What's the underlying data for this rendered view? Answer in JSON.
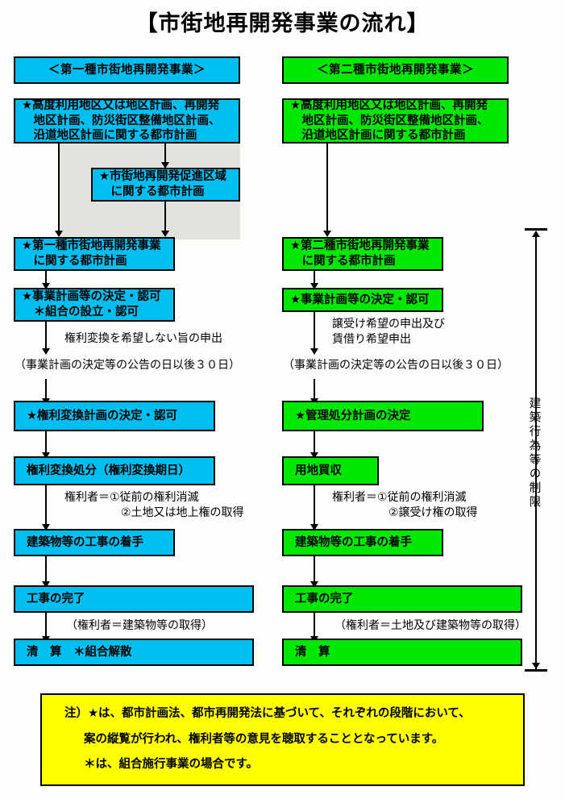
{
  "title": "【市街地再開発事業の流れ】",
  "colors": {
    "type1": "#00bff0",
    "type2": "#00e800",
    "note": "#ffff00",
    "shade": "#e2e2de",
    "border": "#000000"
  },
  "left_column": {
    "header": "＜第一種市街地再開発事業＞",
    "steps": [
      {
        "name": "city-plan",
        "text": "★高度利用地区又は地区計画、再開発\n　地区計画、防災街区整備地区計画、\n　沿道地区計画に関する都市計画"
      },
      {
        "name": "promotion-area",
        "text": "★市街地再開発促進区域\n　に関する都市計画"
      },
      {
        "name": "type1-project-plan",
        "text": "★第一種市街地再開発事業\n　に関する都市計画"
      },
      {
        "name": "business-plan-approval",
        "text": "★事業計画等の決定・認可\n　＊組合の設立・認可"
      },
      {
        "name": "rights-conversion-plan",
        "text": "★権利変換計画の決定・認可"
      },
      {
        "name": "rights-conversion-disposition",
        "text": "権利変換処分（権利変換期日）"
      },
      {
        "name": "construction-start",
        "text": "建築物等の工事の着手"
      },
      {
        "name": "construction-complete",
        "text": "工事の完了"
      },
      {
        "name": "settlement",
        "text": "清　算　＊組合解散"
      }
    ],
    "annotations": [
      {
        "name": "no-conversion-request",
        "text": "権利変換を希望しない旨の申出"
      },
      {
        "name": "public-notice-30days",
        "text": "（事業計画の決定等の公告の日以後３０日）"
      },
      {
        "name": "rights-holder-effects",
        "text": "権利者＝①従前の権利消滅\n　　　　　②土地又は地上権の取得"
      },
      {
        "name": "rights-holder-acquisition",
        "text": "（権利者＝建築物等の取得）"
      }
    ]
  },
  "right_column": {
    "header": "＜第二種市街地再開発事業＞",
    "steps": [
      {
        "name": "city-plan",
        "text": "★高度利用地区又は地区計画、再開発\n　地区計画、防災街区整備地区計画、\n　沿道地区計画に関する都市計画"
      },
      {
        "name": "type2-project-plan",
        "text": "★第二種市街地再開発事業\n　に関する都市計画"
      },
      {
        "name": "business-plan-approval",
        "text": "★事業計画等の決定・認可"
      },
      {
        "name": "management-disposal-plan",
        "text": "★管理処分計画の決定"
      },
      {
        "name": "land-acquisition",
        "text": "用地買収"
      },
      {
        "name": "construction-start",
        "text": "建築物等の工事の着手"
      },
      {
        "name": "construction-complete",
        "text": "工事の完了"
      },
      {
        "name": "settlement",
        "text": "清　算"
      }
    ],
    "annotations": [
      {
        "name": "transfer-lease-request",
        "text": "譲受け希望の申出及び\n賃借り希望申出"
      },
      {
        "name": "public-notice-30days",
        "text": "（事業計画の決定等の公告の日以後３０日）"
      },
      {
        "name": "rights-holder-effects",
        "text": "権利者＝①従前の権利消滅\n　　　　　②譲受け権の取得"
      },
      {
        "name": "rights-holder-acquisition",
        "text": "（権利者＝土地及び建築物等の取得）"
      }
    ]
  },
  "restriction_bracket": {
    "label": "建築行為等の制限"
  },
  "footnote": {
    "line1": "注）★は、都市計画法、都市再開発法に基づいて、それぞれの段階において、",
    "line2": "案の縦覧が行われ、権利者等の意見を聴取することとなっています。",
    "line3": "＊は、組合施行事業の場合です。"
  }
}
